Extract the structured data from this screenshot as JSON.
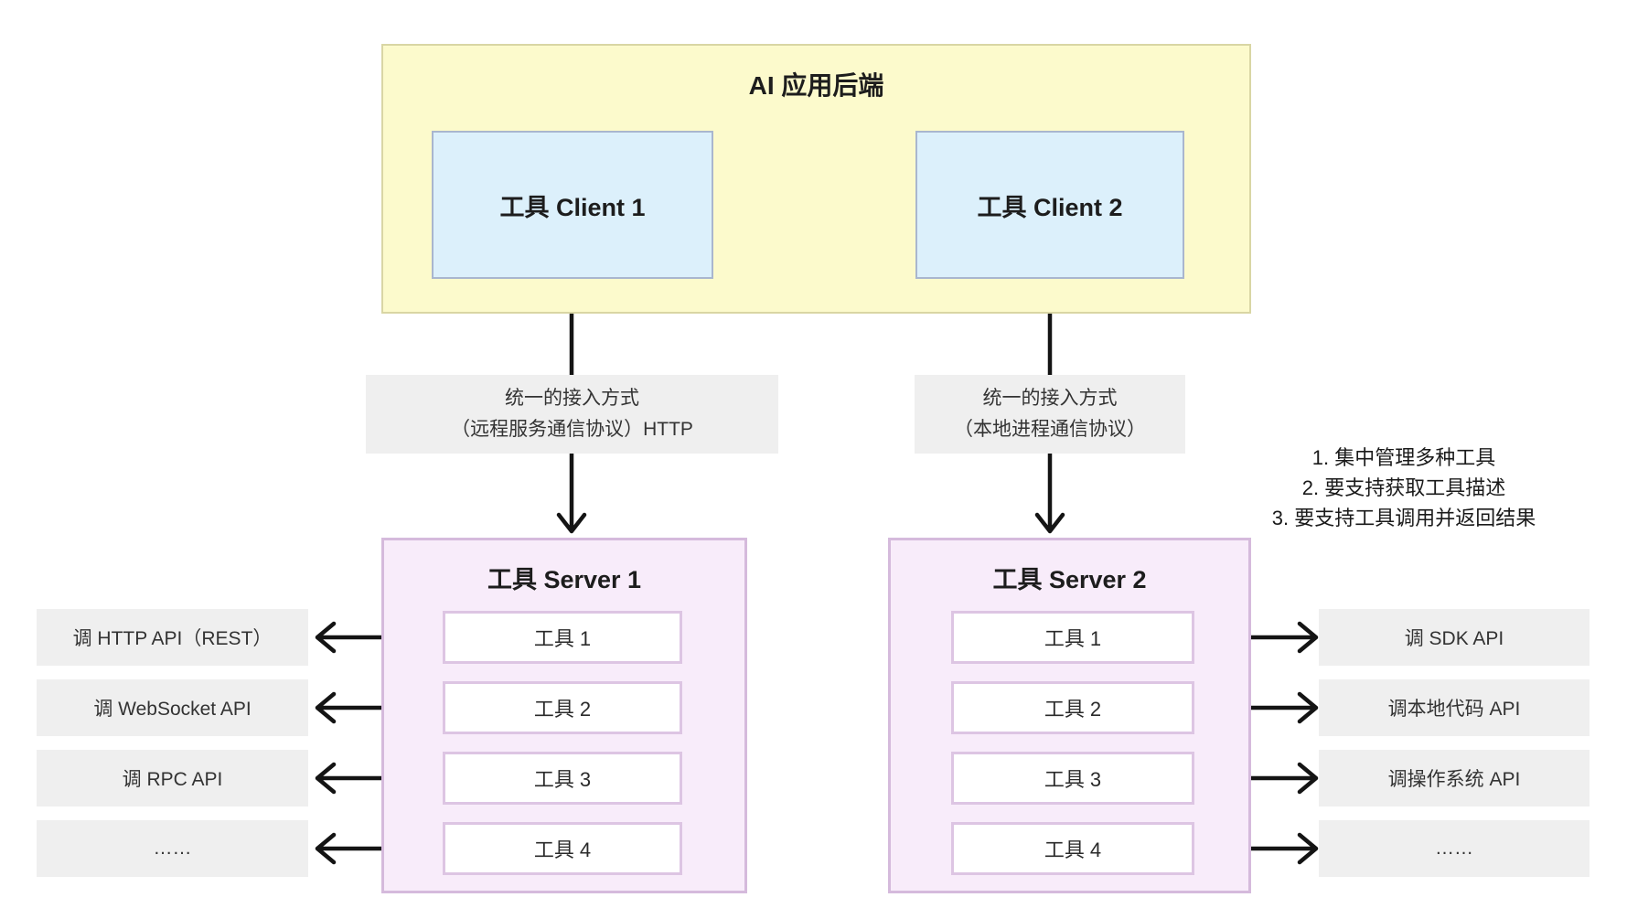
{
  "backend": {
    "title": "AI 应用后端",
    "clients": [
      {
        "label": "工具 Client 1"
      },
      {
        "label": "工具 Client 2"
      }
    ]
  },
  "connection_labels": [
    {
      "line1": "统一的接入方式",
      "line2": "（远程服务通信协议）HTTP"
    },
    {
      "line1": "统一的接入方式",
      "line2": "（本地进程通信协议）"
    }
  ],
  "notes": [
    "1. 集中管理多种工具",
    "2. 要支持获取工具描述",
    "3. 要支持工具调用并返回结果"
  ],
  "servers": [
    {
      "title": "工具 Server 1",
      "tools": [
        "工具 1",
        "工具 2",
        "工具 3",
        "工具 4"
      ]
    },
    {
      "title": "工具 Server 2",
      "tools": [
        "工具 1",
        "工具 2",
        "工具 3",
        "工具 4"
      ]
    }
  ],
  "left_apis": [
    "调 HTTP API（REST）",
    "调 WebSocket API",
    "调 RPC API",
    "……"
  ],
  "right_apis": [
    "调 SDK API",
    "调本地代码 API",
    "调操作系统 API",
    "……"
  ],
  "colors": {
    "backend_fill": "#FCFACC",
    "backend_border": "#D9D6A4",
    "client_fill": "#DCF0FB",
    "client_border": "#A9B6CE",
    "server_fill": "#F8ECFA",
    "server_border": "#D5BADC",
    "tool_border": "#DDC5E3",
    "label_fill": "#EFEFEF",
    "arrow": "#141414"
  }
}
